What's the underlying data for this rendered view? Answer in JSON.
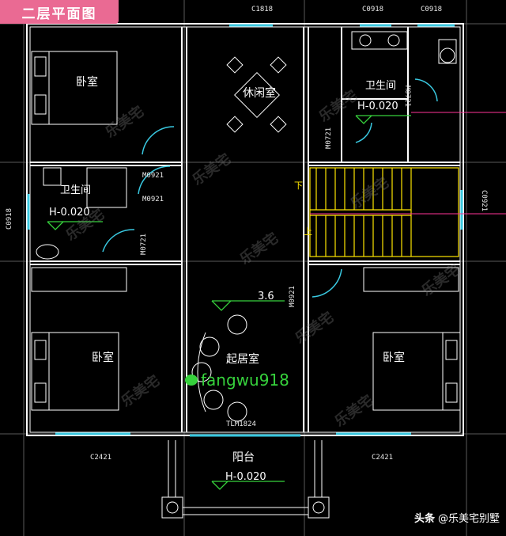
{
  "title_tag": "二层平面图",
  "source": {
    "platform": "头条",
    "account": "@乐美宅别墅"
  },
  "wechat": "fangwu918",
  "watermark": "乐美宅",
  "rooms": {
    "bedroom_nw": "卧室",
    "leisure": "休闲室",
    "bath_ne": "卫生间",
    "bath_ne_level": "H-0.020",
    "bath_w": "卫生间",
    "bath_w_level": "H-0.020",
    "bedroom_sw": "卧室",
    "living": "起居室",
    "bedroom_se": "卧室",
    "balcony": "阳台",
    "balcony_level": "H-0.020",
    "stair_down": "下",
    "stair_up": "上"
  },
  "labels": {
    "c1818": "C1818",
    "c0918_a": "C0918",
    "c0918_b": "C0918",
    "c0918_west": "C0918",
    "c0921_east": "C0921",
    "m0721_a": "M0721",
    "m0721_b": "M0721",
    "m0721_c": "M0721",
    "m0921_a": "M0921",
    "m0921_b": "M0921",
    "m0921_c": "M0921",
    "tlm": "TLM1824",
    "c2421_a": "C2421",
    "c2421_b": "C2421",
    "level_36": "3.6"
  }
}
